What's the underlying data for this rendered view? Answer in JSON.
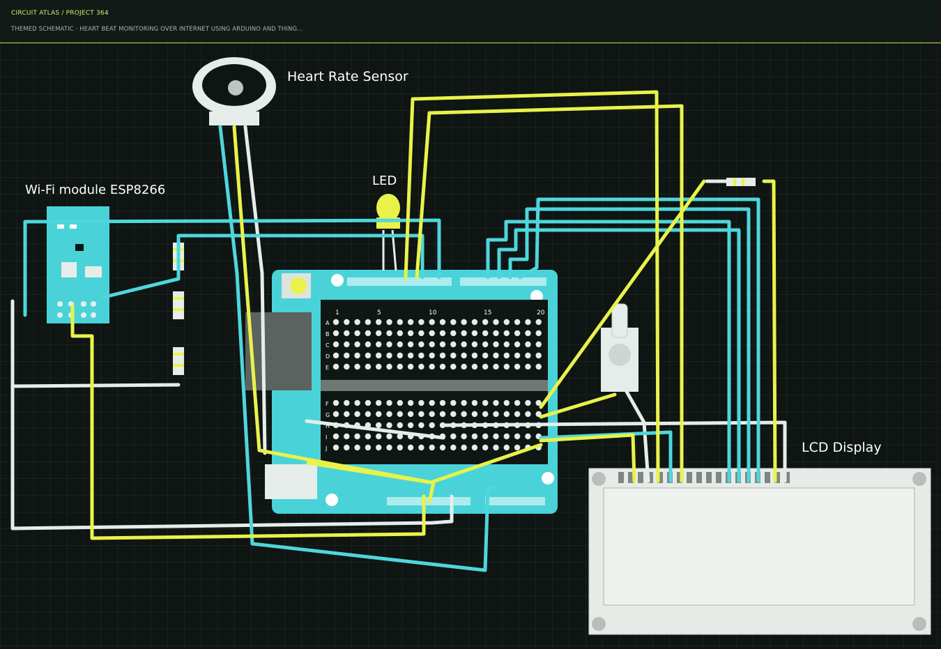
{
  "header": {
    "breadcrumb": "CIRCUIT ATLAS / PROJECT 364",
    "subtitle": "THEMED SCHEMATIC · HEART BEAT MONITORING OVER INTERNET USING ARDUINO AND THING..."
  },
  "labels": {
    "heart_rate_sensor": "Heart Rate Sensor",
    "wifi_module": "Wi-Fi module ESP8266",
    "led": "LED",
    "lcd_display": "LCD Display"
  },
  "breadboard": {
    "column_numbers": [
      "1",
      "5",
      "10",
      "15",
      "20"
    ],
    "rows_top": [
      "A",
      "B",
      "C",
      "D",
      "E"
    ],
    "rows_bottom": [
      "F",
      "G",
      "H",
      "I",
      "J"
    ]
  },
  "colors": {
    "background": "#0e1513",
    "accent": "#dfe96a",
    "wire_cyan": "#4fd6dc",
    "wire_yellow": "#e9f24a",
    "wire_white": "#e6ecea",
    "board": "#49d3d8",
    "lcd_panel": "#e7ebe8"
  }
}
